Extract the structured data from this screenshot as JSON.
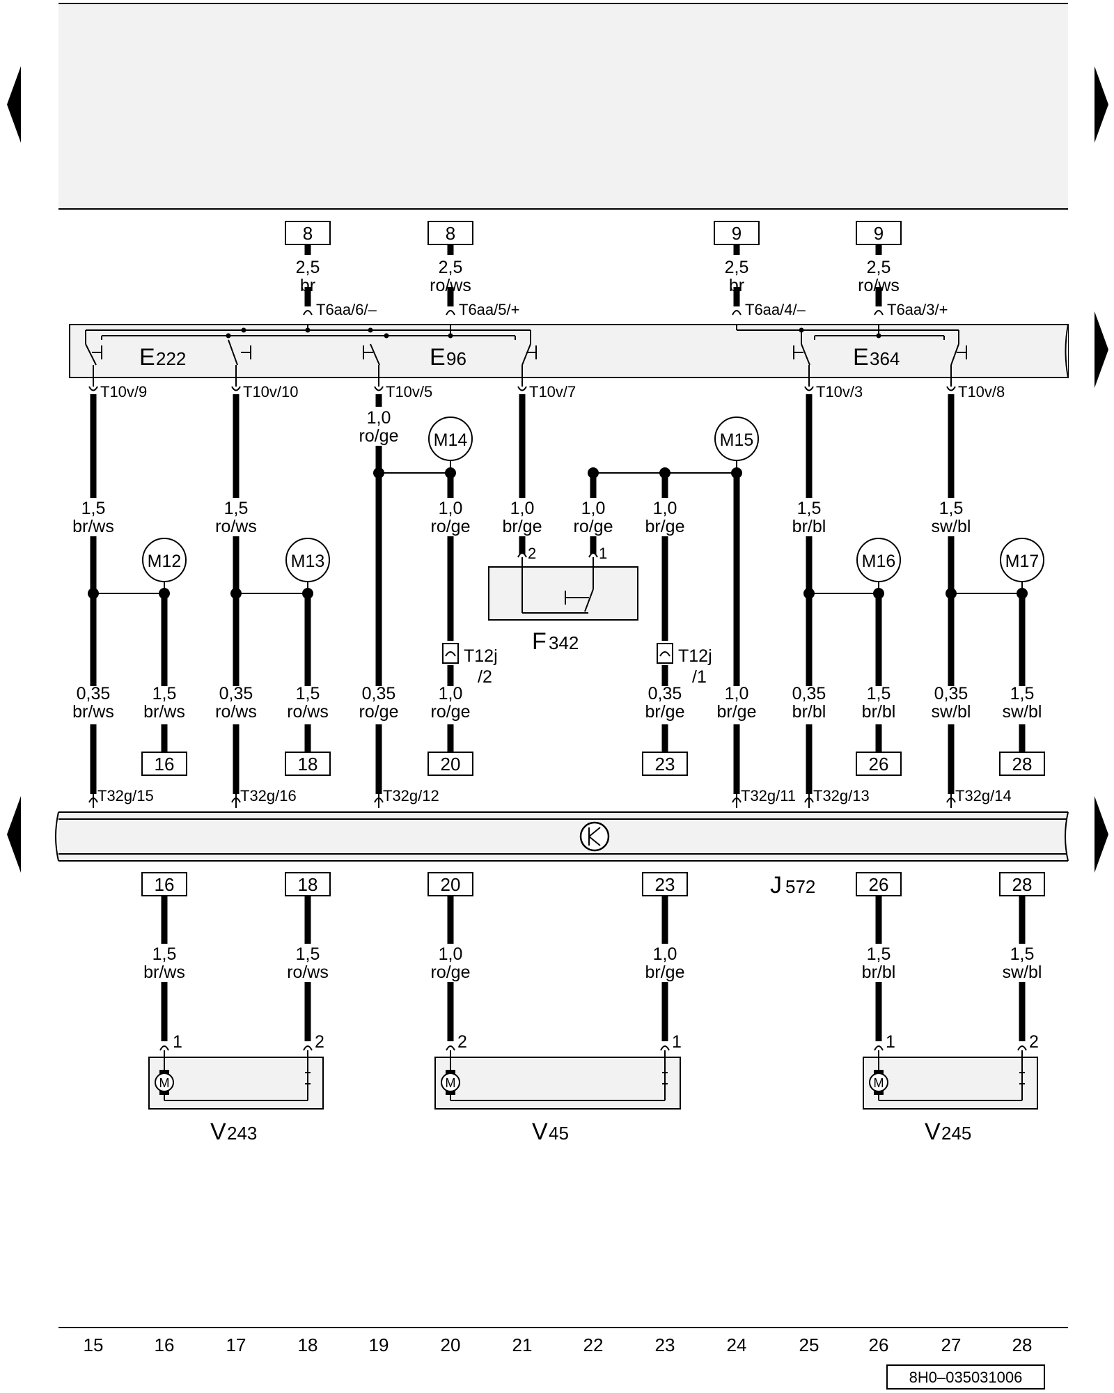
{
  "top_refs": [
    "8",
    "8",
    "9",
    "9"
  ],
  "top_wires": [
    {
      "size": "2,5",
      "color": "br",
      "conn": "T6aa/6/–"
    },
    {
      "size": "2,5",
      "color": "ro/ws",
      "conn": "T6aa/5/+"
    },
    {
      "size": "2,5",
      "color": "br",
      "conn": "T6aa/4/–"
    },
    {
      "size": "2,5",
      "color": "ro/ws",
      "conn": "T6aa/3/+"
    }
  ],
  "switches": {
    "e222": "E",
    "e222_num": "222",
    "e96": "E",
    "e96_num": "96",
    "e364": "E",
    "e364_num": "364"
  },
  "t10v": [
    "T10v/9",
    "T10v/10",
    "T10v/5",
    "T10v/7",
    "T10v/3",
    "T10v/8"
  ],
  "upper_wires": [
    {
      "size": "1,5",
      "color": "br/ws"
    },
    {
      "size": "1,5",
      "color": "ro/ws"
    },
    {
      "size": "1,0",
      "color": "ro/ge"
    },
    {
      "size": "1,0",
      "color": "ro/ge"
    },
    {
      "size": "1,0",
      "color": "br/ge"
    },
    {
      "size": "1,0",
      "color": "ro/ge"
    },
    {
      "size": "1,0",
      "color": "br/ge"
    },
    {
      "size": "1,5",
      "color": "br/bl"
    },
    {
      "size": "1,5",
      "color": "sw/bl"
    }
  ],
  "ground_points": [
    "M12",
    "M13",
    "M14",
    "M15",
    "M16",
    "M17"
  ],
  "f342": {
    "name": "F",
    "num": "342",
    "pin_left": "2",
    "pin_right": "1"
  },
  "t12j": [
    {
      "name": "T12j",
      "pin": "/2"
    },
    {
      "name": "T12j",
      "pin": "/1"
    }
  ],
  "lower_wires": [
    {
      "size": "0,35",
      "color": "br/ws"
    },
    {
      "size": "1,5",
      "color": "br/ws"
    },
    {
      "size": "0,35",
      "color": "ro/ws"
    },
    {
      "size": "1,5",
      "color": "ro/ws"
    },
    {
      "size": "0,35",
      "color": "ro/ge"
    },
    {
      "size": "1,0",
      "color": "ro/ge"
    },
    {
      "size": "0,35",
      "color": "br/ge"
    },
    {
      "size": "1,0",
      "color": "br/ge"
    },
    {
      "size": "0,35",
      "color": "br/bl"
    },
    {
      "size": "1,5",
      "color": "br/bl"
    },
    {
      "size": "0,35",
      "color": "sw/bl"
    },
    {
      "size": "1,5",
      "color": "sw/bl"
    }
  ],
  "mid_refs": [
    "16",
    "18",
    "20",
    "23",
    "26",
    "28"
  ],
  "t32g": [
    "T32g/15",
    "T32g/16",
    "T32g/12",
    "T32g/11",
    "T32g/13",
    "T32g/14"
  ],
  "j572": {
    "name": "J",
    "num": "572"
  },
  "bottom_refs": [
    "16",
    "18",
    "20",
    "23",
    "26",
    "28"
  ],
  "motor_wires": [
    {
      "size": "1,5",
      "color": "br/ws"
    },
    {
      "size": "1,5",
      "color": "ro/ws"
    },
    {
      "size": "1,0",
      "color": "ro/ge"
    },
    {
      "size": "1,0",
      "color": "br/ge"
    },
    {
      "size": "1,5",
      "color": "br/bl"
    },
    {
      "size": "1,5",
      "color": "sw/bl"
    }
  ],
  "motor_pins": [
    "1",
    "2",
    "2",
    "1",
    "1",
    "2"
  ],
  "motor_symbol": "M",
  "motors": [
    {
      "name": "V",
      "num": "243"
    },
    {
      "name": "V",
      "num": "45"
    },
    {
      "name": "V",
      "num": "245"
    }
  ],
  "columns": [
    "15",
    "16",
    "17",
    "18",
    "19",
    "20",
    "21",
    "22",
    "23",
    "24",
    "25",
    "26",
    "27",
    "28"
  ],
  "doc_code": "8H0–035031006"
}
